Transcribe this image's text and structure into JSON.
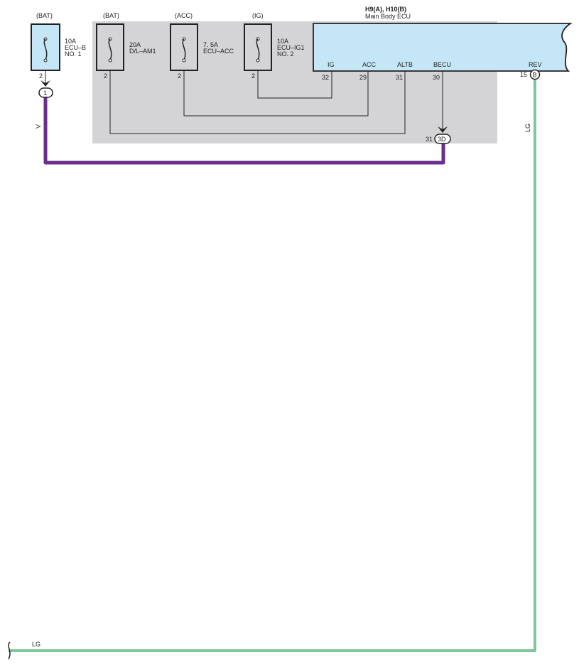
{
  "ecu": {
    "connector": "H9(A), H10(B)",
    "name": "Main Body ECU",
    "pins": [
      {
        "name": "IG",
        "number": "32"
      },
      {
        "name": "ACC",
        "number": "29"
      },
      {
        "name": "ALTB",
        "number": "31"
      },
      {
        "name": "BECU",
        "number": "30"
      },
      {
        "name": "REV",
        "number": "15"
      }
    ],
    "rev_connector": "B"
  },
  "fuses": [
    {
      "source": "(BAT)",
      "rating": "10A",
      "name1": "ECU–B",
      "name2": "NO. 1",
      "pin": "2"
    },
    {
      "source": "(BAT)",
      "rating": "20A",
      "name1": "D/L–AM1",
      "name2": "",
      "pin": "2"
    },
    {
      "source": "(ACC)",
      "rating": "7. 5A",
      "name1": "ECU–ACC",
      "name2": "",
      "pin": "2"
    },
    {
      "source": "(IG)",
      "rating": "10A",
      "name1": "ECU–IG1",
      "name2": "NO. 2",
      "pin": "2"
    }
  ],
  "connectors": {
    "fuse_out": "1",
    "junction": "3D",
    "junction_pin": "31"
  },
  "wires": {
    "violet": {
      "color_code": "V",
      "hex": "#6a2d8c"
    },
    "light_green": {
      "color_code": "LG",
      "hex": "#7ec89a"
    }
  },
  "colors": {
    "ecu_fill": "#c4e6f6",
    "relay_block_fill": "#d4d4d6"
  }
}
